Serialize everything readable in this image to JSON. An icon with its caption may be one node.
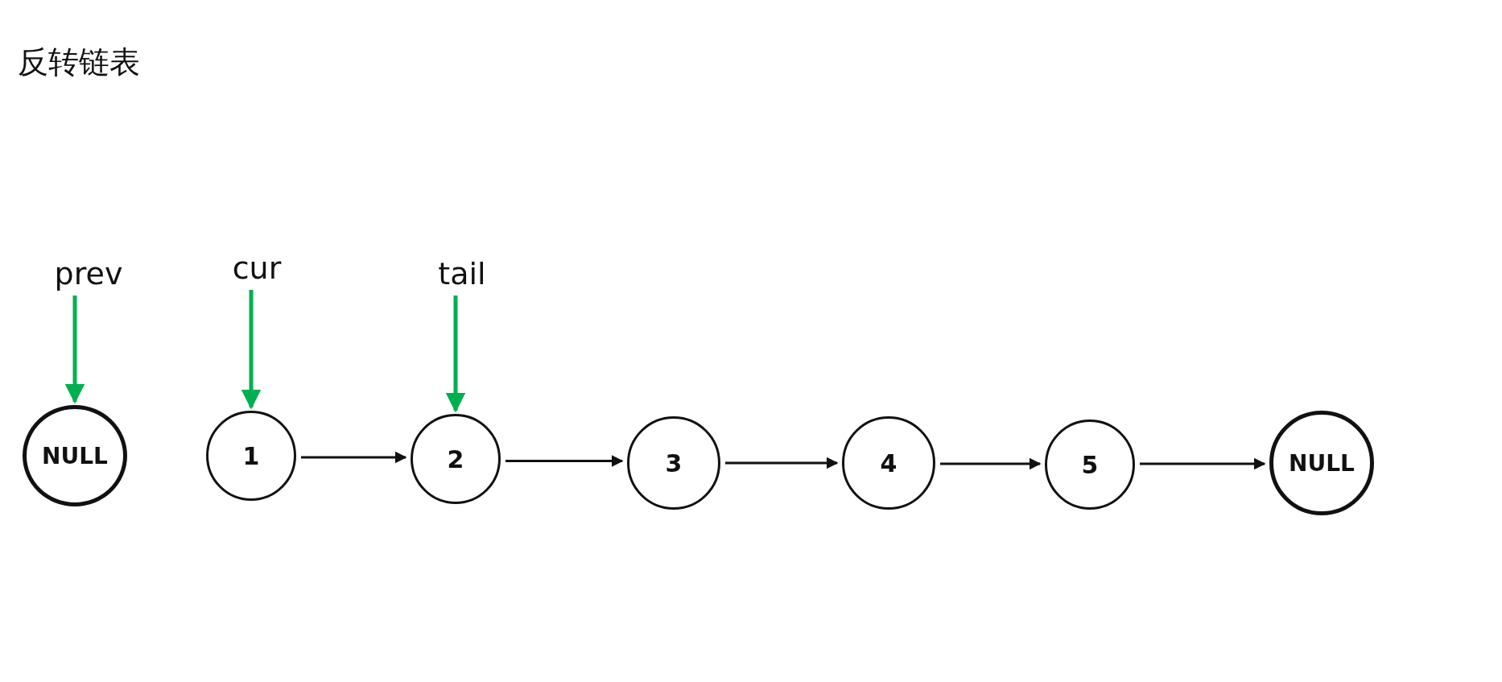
{
  "diagram": {
    "title": "反转链表",
    "nodes": [
      {
        "text": [
          "prev"
        ]
      },
      {
        "text": [
          "cur"
        ]
      },
      {
        "text": [
          "tail"
        ]
      },
      {
        "text": [
          "NULL"
        ]
      },
      {
        "text": [
          "1"
        ]
      },
      {
        "text": [
          "2"
        ]
      },
      {
        "text": [
          "3"
        ]
      },
      {
        "text": [
          "4"
        ]
      },
      {
        "text": [
          "5"
        ]
      },
      {
        "text": [
          "NULL"
        ]
      }
    ],
    "edges": [
      {
        "from": 0,
        "to": 3,
        "arrow": "to",
        "color": "#00b050"
      },
      {
        "from": 1,
        "to": 4,
        "arrow": "to",
        "color": "#00b050"
      },
      {
        "from": 2,
        "to": 5,
        "arrow": "to",
        "color": "#00b050"
      },
      {
        "from": 4,
        "to": 5,
        "arrow": "to"
      },
      {
        "from": 5,
        "to": 6,
        "arrow": "to"
      },
      {
        "from": 6,
        "to": 7,
        "arrow": "to"
      },
      {
        "from": 7,
        "to": 8,
        "arrow": "to"
      },
      {
        "from": 8,
        "to": 9,
        "arrow": "to"
      }
    ]
  }
}
